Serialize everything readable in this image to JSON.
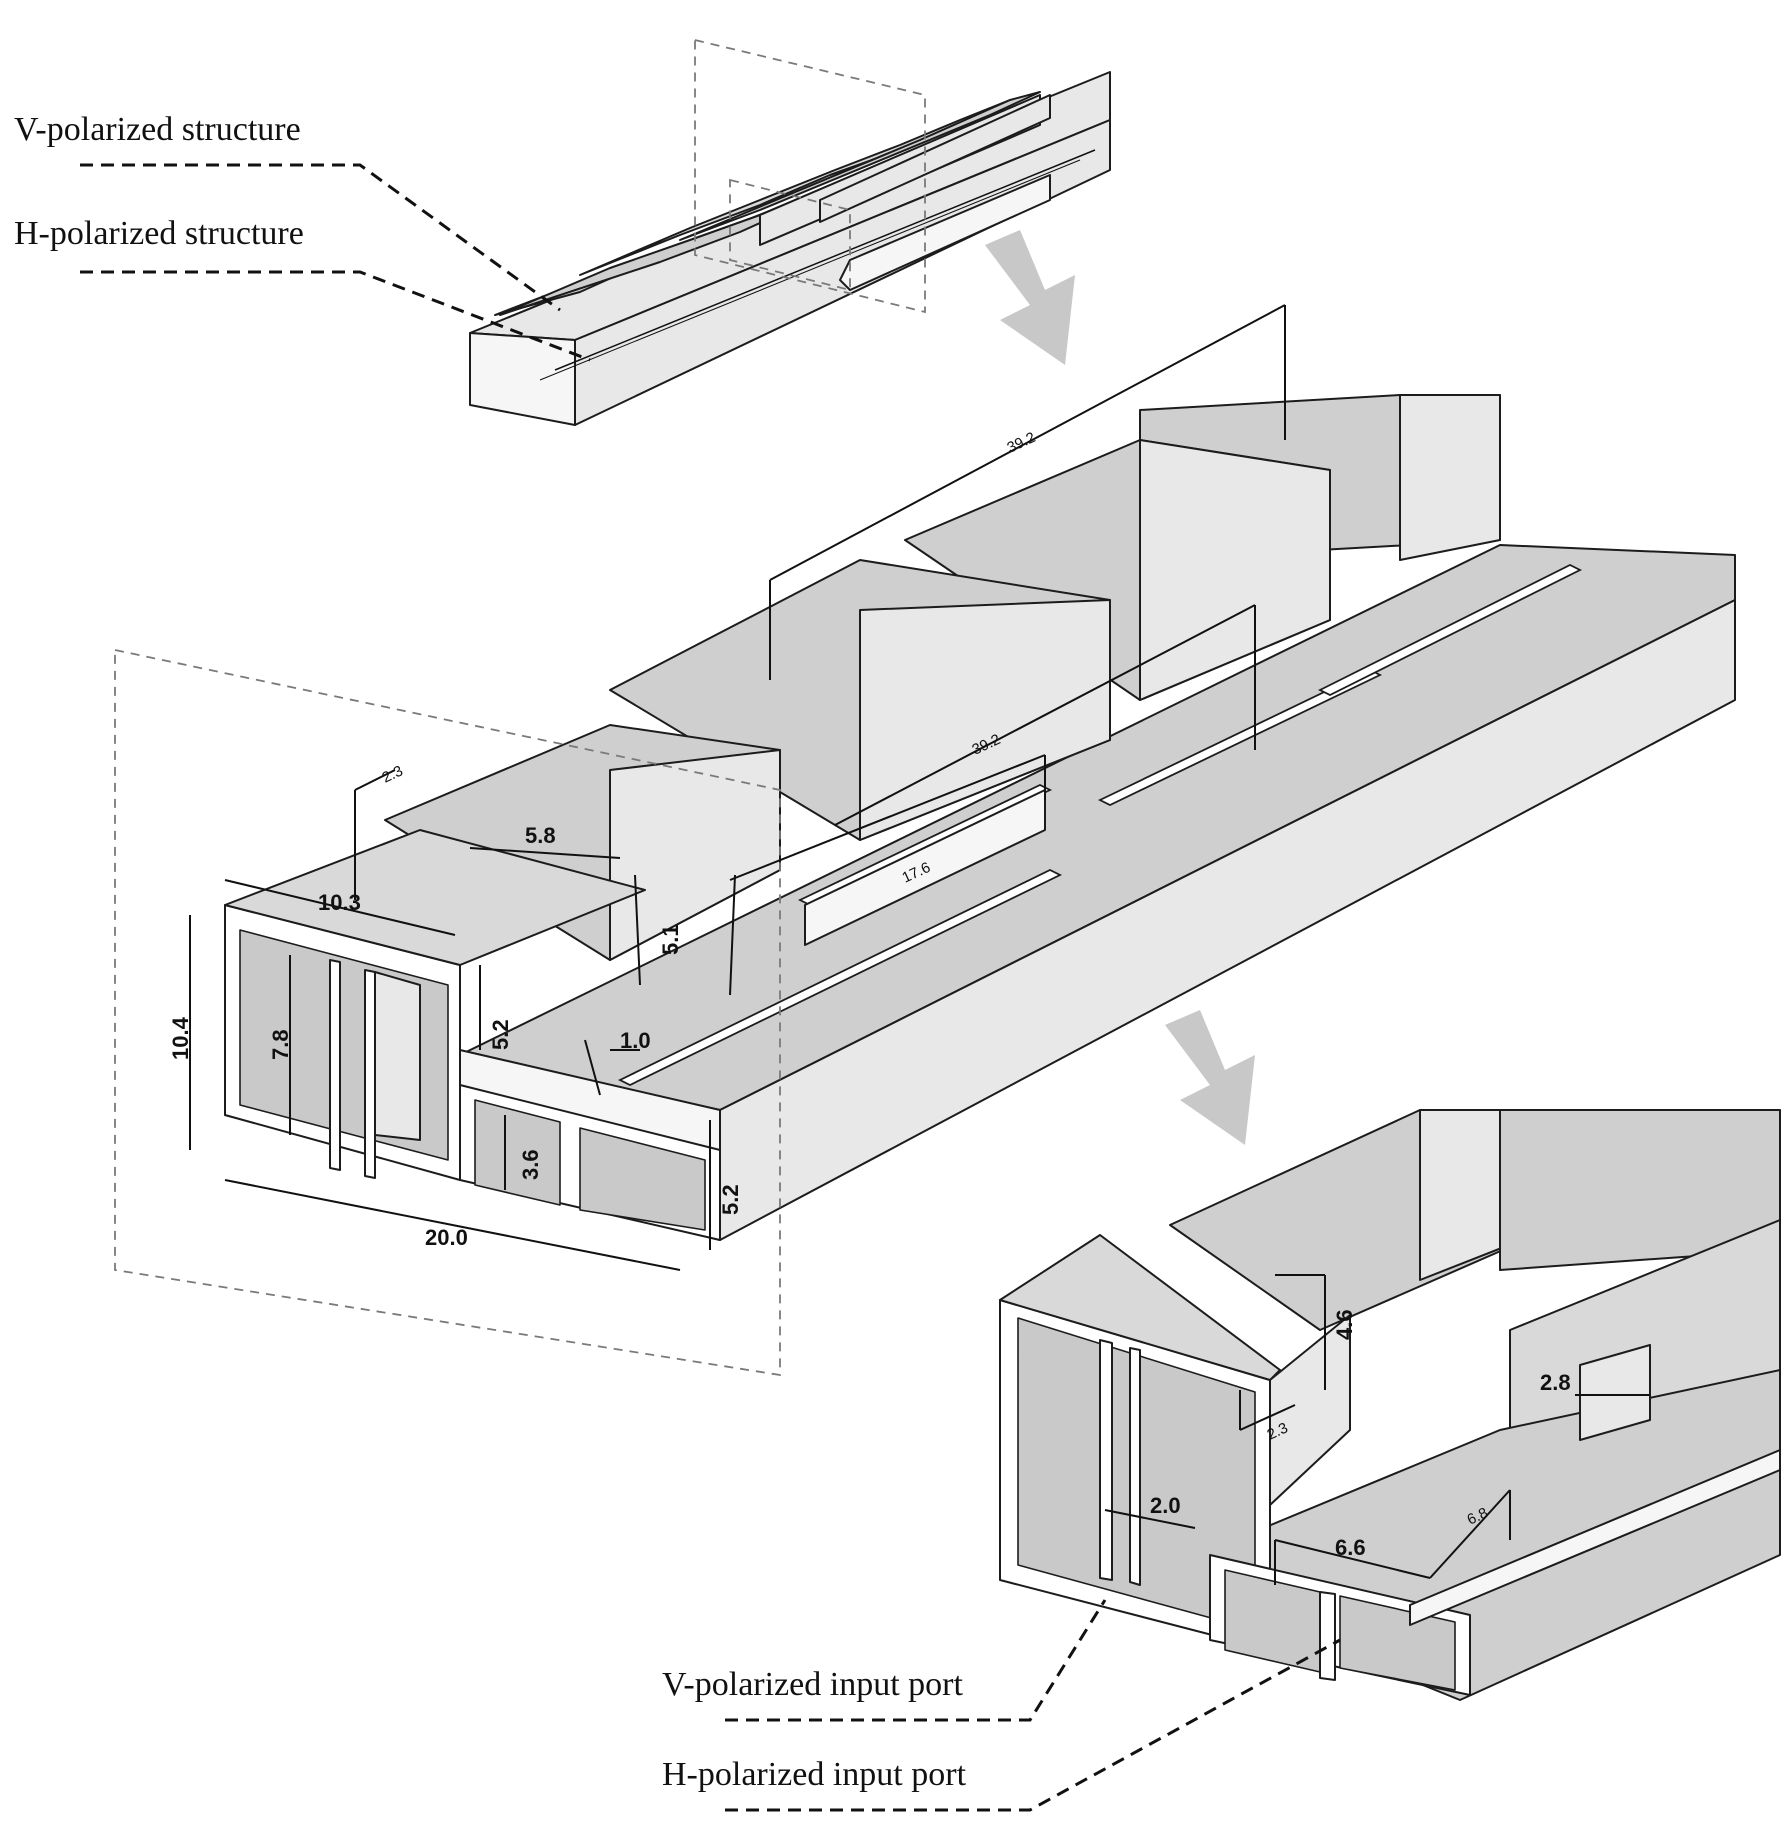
{
  "labels": {
    "v_structure": "V-polarized structure",
    "h_structure": "H-polarized structure",
    "v_port": "V-polarized input port",
    "h_port": "H-polarized input port"
  },
  "dimensions": {
    "total_length_top": "39.2",
    "total_length_mid": "39.2",
    "slot_length": "17.6",
    "top_notch": "2.3",
    "top_width": "5.8",
    "top_height": "5.1",
    "v_width": "10.3",
    "v_height": "10.4",
    "v_inner_height": "7.8",
    "v_step": "5.2",
    "slot_width": "1.0",
    "h_inner_height": "3.6",
    "h_height": "5.2",
    "base_width": "20.0",
    "detail_height": "4.6",
    "detail_notch": "2.3",
    "detail_step": "2.8",
    "detail_gap": "2.0",
    "detail_width": "6.6",
    "detail_slot": "6.8"
  }
}
